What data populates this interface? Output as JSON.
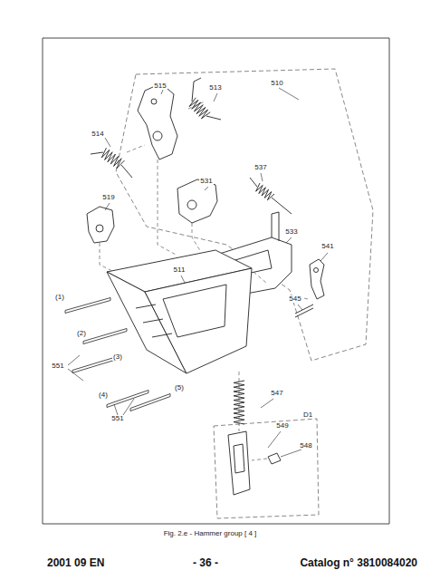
{
  "diagram": {
    "caption": "Fig. 2.e - Hammer group [ 4 ]",
    "labels": [
      "515",
      "513",
      "510",
      "514",
      "531",
      "537",
      "519",
      "533",
      "541",
      "511",
      "(1)",
      "(2)",
      "551",
      "(3)",
      "(4)",
      "(5)",
      "545",
      "551",
      "547",
      "D1",
      "549",
      "548",
      "2001 09 EN",
      "- 36 -",
      "Catalog n° 3810084020"
    ]
  }
}
